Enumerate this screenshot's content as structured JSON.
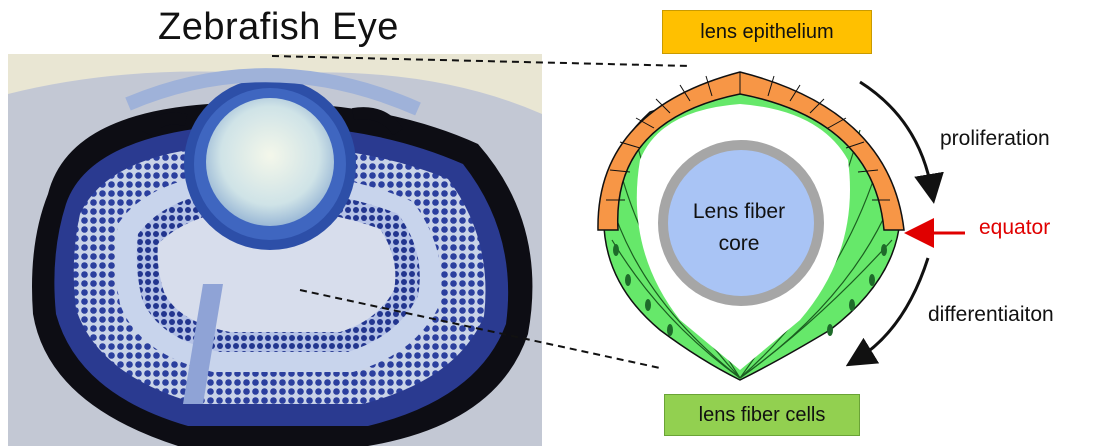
{
  "title": "Zebrafish Eye",
  "labels": {
    "lens_epithelium": "lens epithelium",
    "lens_fiber_cells": "lens fiber cells",
    "core_line1": "Lens fiber",
    "core_line2": "core",
    "proliferation": "proliferation",
    "equator": "equator",
    "differentiation": "differentiaiton"
  },
  "colors": {
    "epithelium": "#f79646",
    "fiber_cells": "#66e86a",
    "core": "#a9c4f5",
    "core_ring": "#a6a6a6",
    "epi_box": "#ffc000",
    "fiber_box": "#92d050",
    "equator_arrow": "#e00000",
    "stain_dark": "#1a2a8a",
    "stain_light": "#e8e4cf"
  },
  "icons": [
    "proliferation-arrow-icon",
    "differentiation-arrow-icon",
    "equator-arrow-icon"
  ]
}
